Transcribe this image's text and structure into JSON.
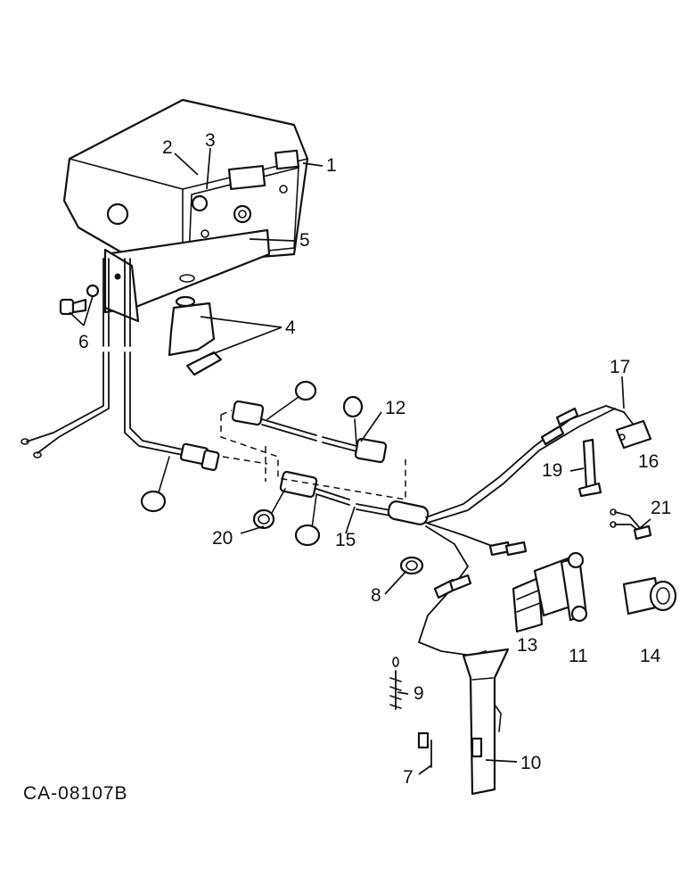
{
  "drawing_code": "CA-08107B",
  "callouts": [
    "1",
    "2",
    "3",
    "4",
    "5",
    "6",
    "7",
    "8",
    "9",
    "10",
    "11",
    "12",
    "13",
    "14",
    "15",
    "16",
    "17",
    "19",
    "20",
    "21"
  ]
}
